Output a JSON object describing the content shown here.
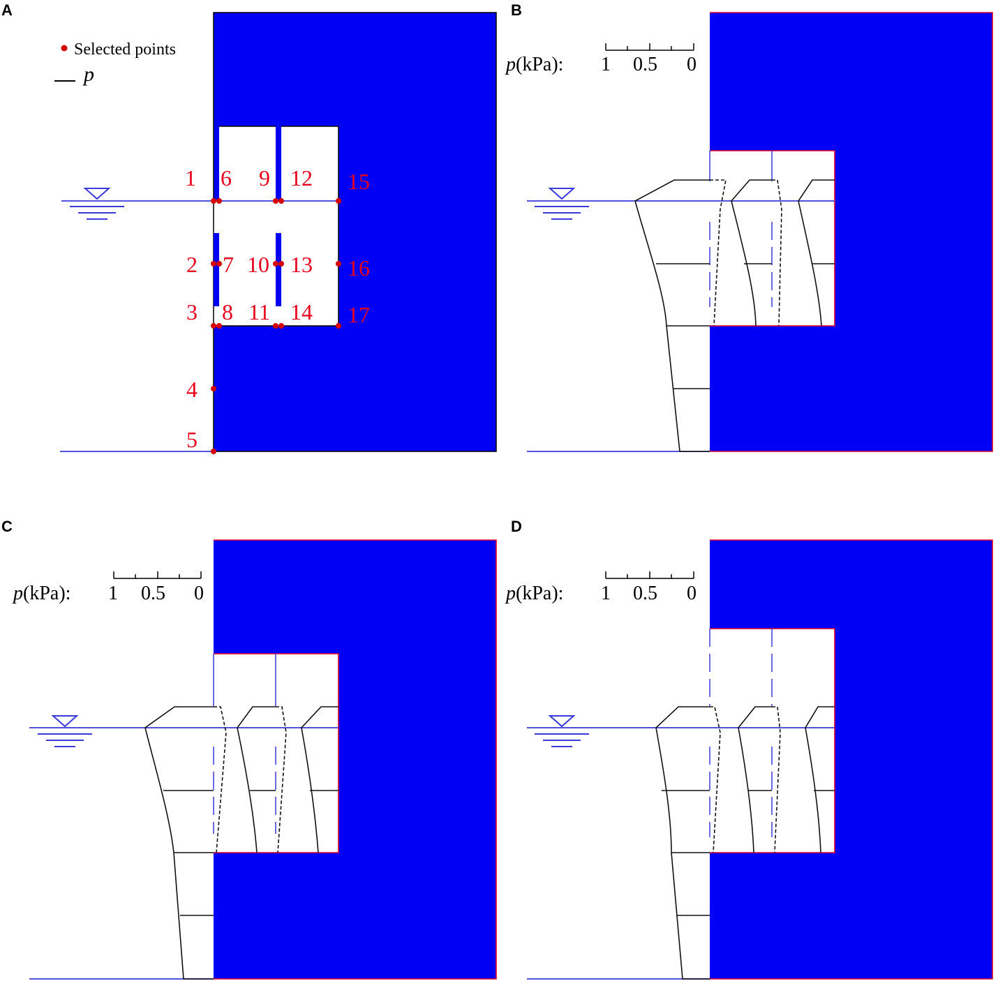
{
  "panels": [
    {
      "letter": "A"
    },
    {
      "letter": "B"
    },
    {
      "letter": "C"
    },
    {
      "letter": "D"
    }
  ],
  "legend": {
    "points_label": "Selected points",
    "line_symbol": "p"
  },
  "scale_bar": {
    "var": "p",
    "unit": "(kPa):",
    "ticks": [
      "1",
      "0.5",
      "0"
    ]
  },
  "point_labels": [
    "1",
    "2",
    "3",
    "4",
    "5",
    "6",
    "7",
    "8",
    "9",
    "10",
    "11",
    "12",
    "13",
    "14",
    "15",
    "16",
    "17"
  ],
  "colors": {
    "structure": "#0000f5",
    "water_line": "#3a3ad8",
    "points": "#d40000",
    "labels": "#e8001c",
    "outline_red": "#e0002a",
    "pressure": "#111111"
  }
}
